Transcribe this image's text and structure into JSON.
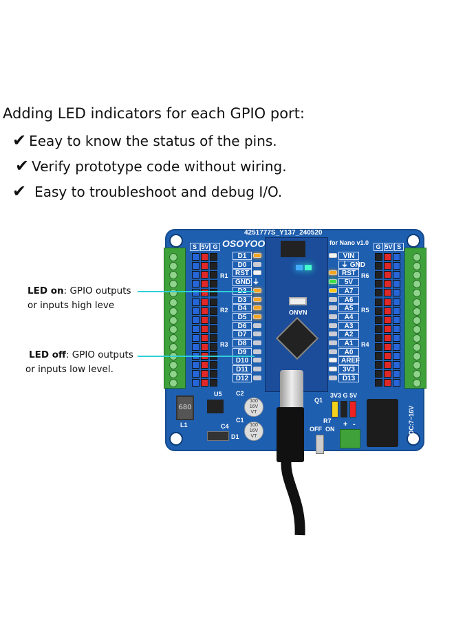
{
  "heading": "Adding LED indicators for each GPIO port:",
  "bullets": [
    {
      "icon": "checkmark-icon",
      "text": "Eeay to know the status of the pins."
    },
    {
      "icon": "checkmark-icon",
      "text": "Verify prototype code without wiring."
    },
    {
      "icon": "checkmark-icon",
      "text": "Easy to troubleshoot and debug I/O."
    }
  ],
  "check_glyph": "✔",
  "callouts": {
    "on": {
      "bold": "LED on",
      "line1": ": GPIO outputs",
      "line2": "or inputs high leve"
    },
    "off": {
      "bold": "LED off",
      "line1": ": GPIO outputs",
      "line2": "or inputs low level."
    }
  },
  "board": {
    "part_number": "4251777S_Y137_240520",
    "brand": "OSOYOO",
    "model": "for Nano v1.0",
    "module_label": "NANO",
    "header_left": [
      "S",
      "5V",
      "G"
    ],
    "header_right": [
      "G",
      "5V",
      "S"
    ],
    "left_pins": [
      {
        "label": "D1",
        "led": "on"
      },
      {
        "label": "D0",
        "led": "off"
      },
      {
        "label": "RST",
        "led": "white"
      },
      {
        "label": "GND ⏚",
        "led": "none"
      },
      {
        "label": "D2",
        "led": "on"
      },
      {
        "label": "D3",
        "led": "on"
      },
      {
        "label": "D4",
        "led": "on"
      },
      {
        "label": "D5",
        "led": "on"
      },
      {
        "label": "D6",
        "led": "off"
      },
      {
        "label": "D7",
        "led": "off"
      },
      {
        "label": "D8",
        "led": "off"
      },
      {
        "label": "D9",
        "led": "off"
      },
      {
        "label": "D10",
        "led": "off"
      },
      {
        "label": "D11",
        "led": "off"
      },
      {
        "label": "D12",
        "led": "off"
      }
    ],
    "right_pins": [
      {
        "label": "VIN",
        "led": "white"
      },
      {
        "label": "⏚ GND",
        "led": "none"
      },
      {
        "label": "RST",
        "led": "on"
      },
      {
        "label": "5V",
        "led": "green"
      },
      {
        "label": "A7",
        "led": "yellow"
      },
      {
        "label": "A6",
        "led": "off"
      },
      {
        "label": "A5",
        "led": "off"
      },
      {
        "label": "A4",
        "led": "off"
      },
      {
        "label": "A3",
        "led": "off"
      },
      {
        "label": "A2",
        "led": "off"
      },
      {
        "label": "A1",
        "led": "off"
      },
      {
        "label": "A0",
        "led": "off"
      },
      {
        "label": "AREF",
        "led": "white"
      },
      {
        "label": "3V3",
        "led": "white"
      },
      {
        "label": "D13",
        "led": "off"
      }
    ],
    "resistors_left": [
      "R1",
      "R2",
      "R3"
    ],
    "resistors_right": [
      "R6",
      "R5",
      "R4"
    ],
    "components": {
      "u5": "U5",
      "c2": "C2",
      "c1": "C1",
      "c4": "C4",
      "l1": "L1",
      "d1": "D1",
      "q1": "Q1",
      "r7": "R7",
      "inductor": "680",
      "cap_text": "100 16V VT"
    },
    "power_select": [
      "3V3",
      "G",
      "5V"
    ],
    "switch": {
      "off": "OFF",
      "on": "ON"
    },
    "terminal": {
      "plus": "+",
      "minus": "-"
    },
    "dc_jack": "DC:7~16V",
    "colors": {
      "board": "#1f5fb0",
      "led_on": "#f5a623",
      "led_green": "#3ee04a",
      "callout_line": "#2fd0d8"
    }
  }
}
